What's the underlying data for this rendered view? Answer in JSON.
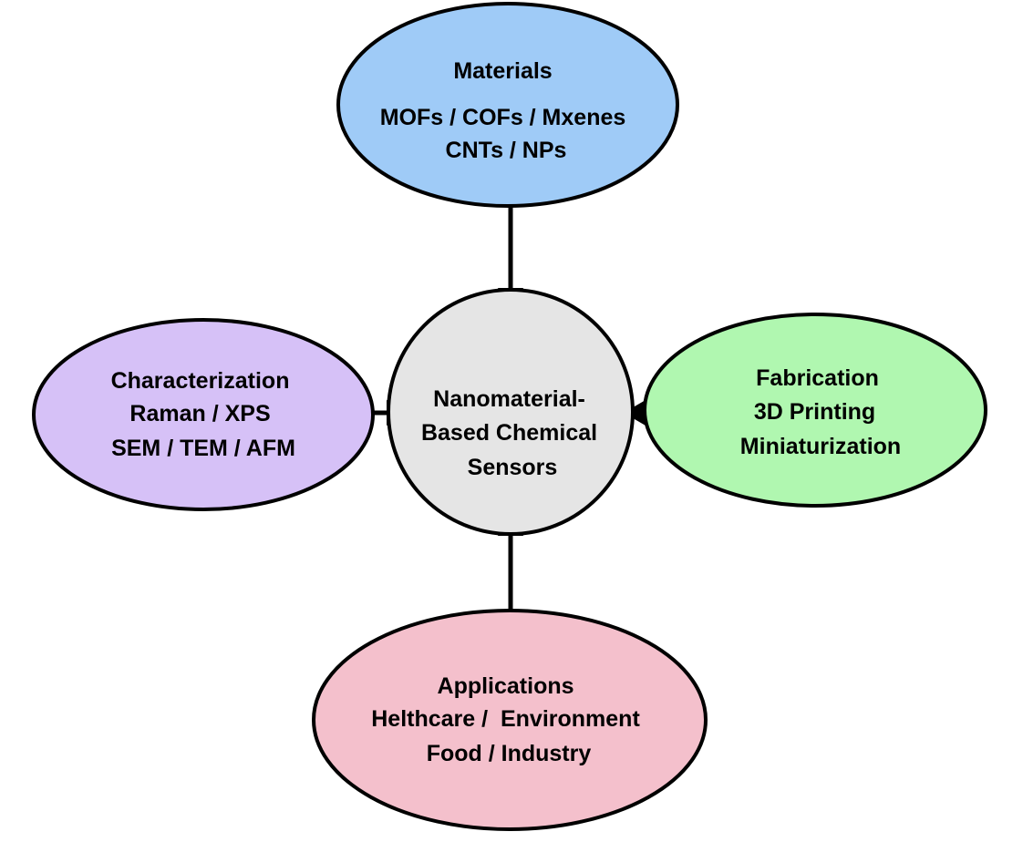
{
  "colors": {
    "materials": "#9fcbf7",
    "characterization": "#d6c1f7",
    "fabrication": "#b0f7b0",
    "applications": "#f4c0cc",
    "center": "#e5e5e5",
    "stroke": "#000000"
  },
  "nodes": {
    "materials": {
      "lines": [
        "Materials",
        "MOFs / COFs / Mxenes",
        "CNTs / NPs"
      ]
    },
    "characterization": {
      "lines": [
        "Characterization",
        "Raman / XPS",
        "SEM / TEM / AFM"
      ]
    },
    "center": {
      "lines": [
        "Nanomaterial-",
        "Based Chemical",
        "Sensors"
      ]
    },
    "fabrication": {
      "lines": [
        "Fabrication",
        "3D Printing",
        "Miniaturization"
      ]
    },
    "applications": {
      "lines": [
        "Applications",
        "Helthcare /  Environment",
        "Food / Industry"
      ]
    }
  }
}
